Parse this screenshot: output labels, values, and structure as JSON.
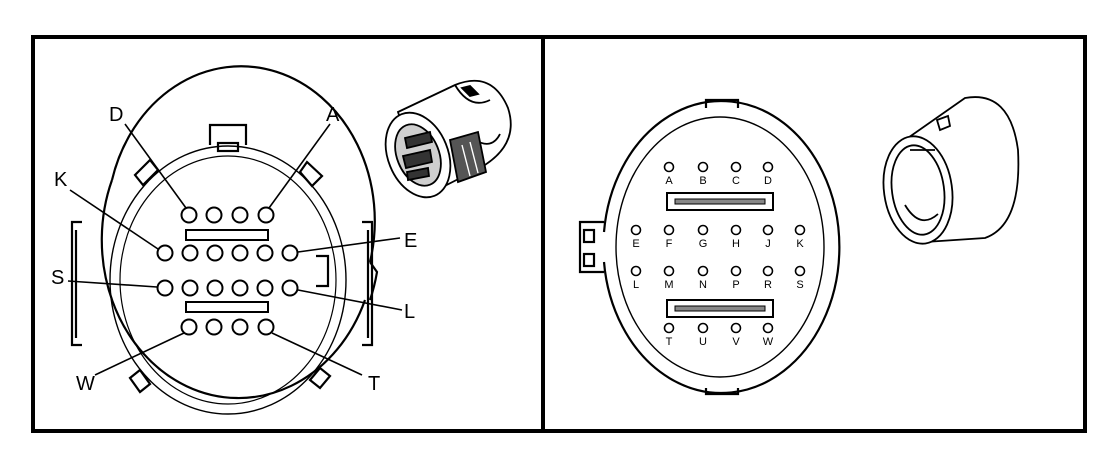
{
  "left_panel": {
    "callouts": {
      "d": "D",
      "a": "A",
      "k": "K",
      "e": "E",
      "s": "S",
      "l": "L",
      "w": "W",
      "t": "T"
    }
  },
  "right_panel": {
    "pin_rows": [
      [
        "A",
        "B",
        "C",
        "D"
      ],
      [
        "E",
        "F",
        "G",
        "H",
        "J",
        "K"
      ],
      [
        "L",
        "M",
        "N",
        "P",
        "R",
        "S"
      ],
      [
        "T",
        "U",
        "V",
        "W"
      ]
    ]
  }
}
